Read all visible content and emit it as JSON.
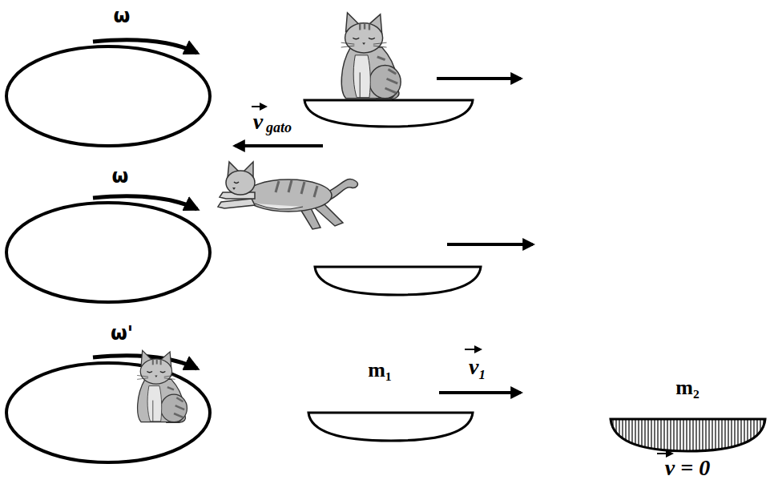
{
  "diagram": {
    "labels": [
      "ω",
      "v",
      "gato",
      "ω",
      "ω'",
      "m₁",
      "v₁",
      "m₂",
      "v = 0"
    ]
  }
}
